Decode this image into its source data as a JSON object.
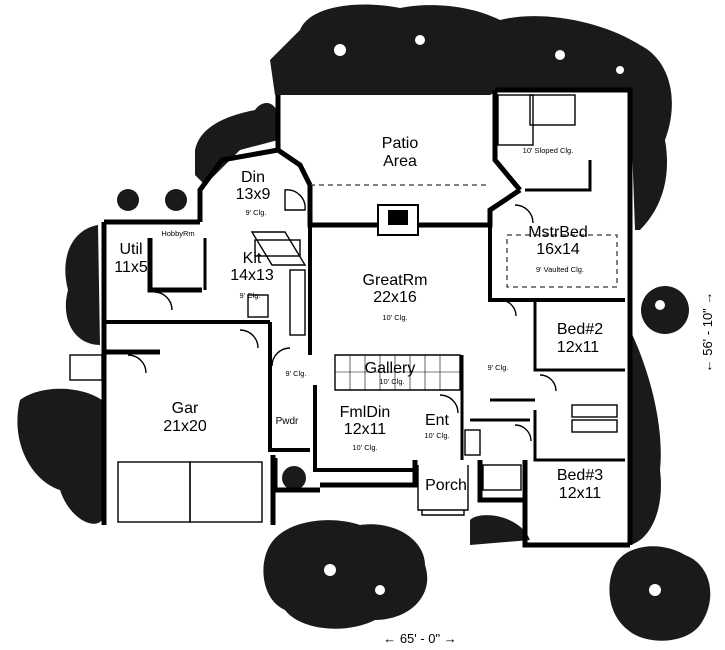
{
  "rooms": {
    "patio": {
      "name": "Patio",
      "name2": "Area"
    },
    "din": {
      "name": "Din",
      "dim": "13x9",
      "ceiling": "9' Clg."
    },
    "kit": {
      "name": "Kit",
      "dim": "14x13",
      "ceiling": "9' Clg."
    },
    "util": {
      "name": "Util",
      "dim": "11x5"
    },
    "hobby": {
      "name": "HobbyRm"
    },
    "greatrm": {
      "name": "GreatRm",
      "dim": "22x16",
      "ceiling": "10' Clg."
    },
    "mstrbed": {
      "name": "MstrBed",
      "dim": "16x14",
      "ceiling": "9' Vaulted Clg."
    },
    "mstrbath": {
      "ceiling": "10' Sloped Clg."
    },
    "bed2": {
      "name": "Bed#2",
      "dim": "12x11"
    },
    "bed3": {
      "name": "Bed#3",
      "dim": "12x11"
    },
    "gar": {
      "name": "Gar",
      "dim": "21x20"
    },
    "gallery": {
      "name": "Gallery",
      "ceiling": "10' Clg."
    },
    "fmldin": {
      "name": "FmlDin",
      "dim": "12x11",
      "ceiling": "10' Clg."
    },
    "ent": {
      "name": "Ent",
      "ceiling": "10' Clg."
    },
    "pwdr": {
      "name": "Pwdr"
    },
    "porch": {
      "name": "Porch"
    },
    "hall_left": {
      "ceiling": "9' Clg."
    },
    "hall_right": {
      "ceiling": "9' Clg."
    }
  },
  "dimensions": {
    "width": "← 65' - 0\" →",
    "depth": "← 56' - 10\" →"
  }
}
